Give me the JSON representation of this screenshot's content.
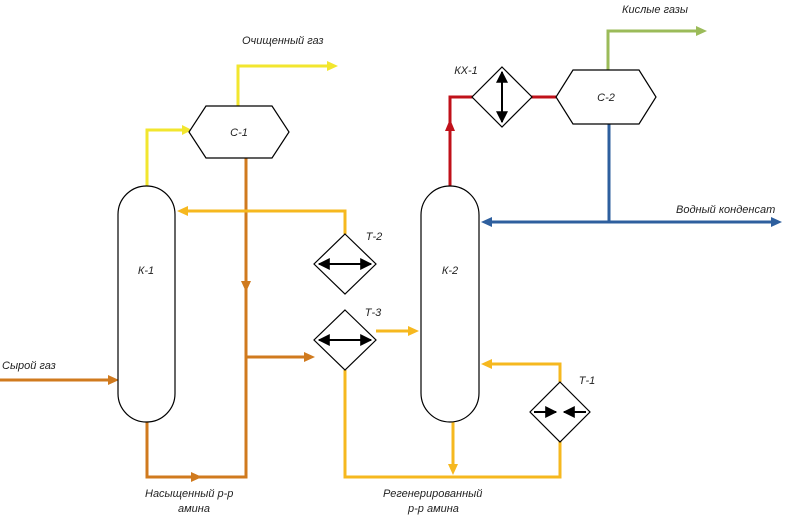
{
  "labels": {
    "k1": "К-1",
    "k2": "К-2",
    "c1": "С-1",
    "c2": "С-2",
    "kx1": "КХ-1",
    "t1": "Т-1",
    "t2": "Т-2",
    "t3": "Т-3"
  },
  "streams": {
    "raw_gas": "Сырой газ",
    "clean_gas": "Очищенный газ",
    "acid_gas": "Кислые газы",
    "water_condensate": "Водный конденсат",
    "rich_amine_line1": "Насыщенный р-р",
    "rich_amine_line2": "амина",
    "lean_amine_line1": "Регенерированный",
    "lean_amine_line2": "р-р амина"
  },
  "colors": {
    "clean_gas": "#f2e62e",
    "acid_gas": "#9bbb59",
    "rich_amine": "#d07a1e",
    "lean_amine": "#f6b81f",
    "overhead_vapor": "#c0111a",
    "water": "#2e5f9e",
    "equipment_stroke": "#000000"
  }
}
